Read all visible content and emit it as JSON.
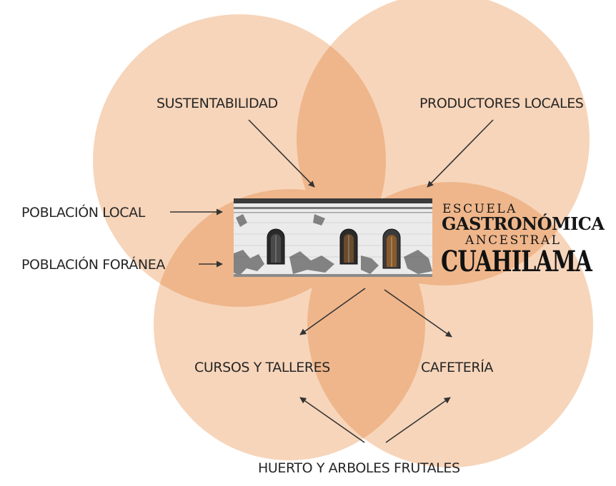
{
  "colors": {
    "circle_fill": "#f7d3b6",
    "overlap_fill": "#efb68b",
    "arrow": "#333333",
    "text": "#262626"
  },
  "labels": {
    "sustentabilidad": "SUSTENTABILIDAD",
    "productores": "PRODUCTORES LOCALES",
    "poblacion_local": "POBLACIÓN LOCAL",
    "poblacion_foranea": "POBLACIÓN FORÁNEA",
    "cursos": "CURSOS Y TALLERES",
    "cafeteria": "CAFETERÍA",
    "huerto": "HUERTO Y ARBOLES FRUTALES"
  },
  "logo": {
    "line1": "ESCUELA",
    "line2": "GASTRONÓMICA",
    "line3": "ANCESTRAL",
    "line4": "CUAHILAMA"
  },
  "image": {
    "subject": "building-facade-drawing"
  }
}
